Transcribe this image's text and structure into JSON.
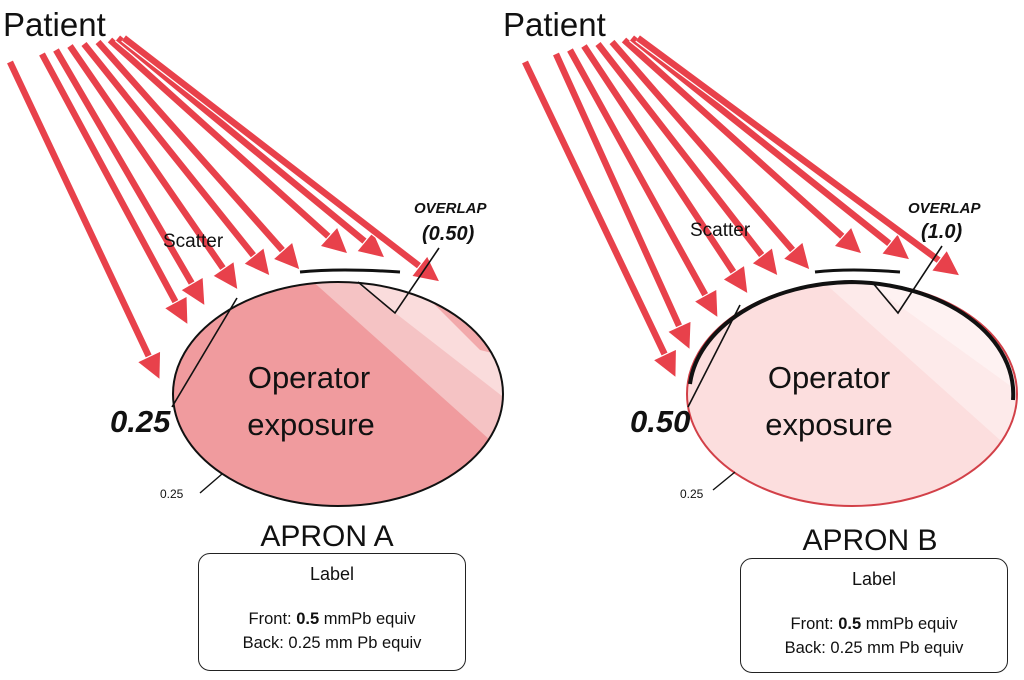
{
  "colors": {
    "arrow": "#e8414b",
    "apron_a_dark": "#f09b9e",
    "apron_a_mid": "#f5c3c4",
    "apron_b_base": "#fcdede",
    "apron_b_light": "#fdeaea"
  },
  "aprons": [
    {
      "patient_label": "Patient",
      "scatter_label": "Scatter",
      "overlap_title": "OVERLAP",
      "overlap_value": "(0.50)",
      "front_value": "0.25",
      "back_value": "0.25",
      "exposure_line1": "Operator",
      "exposure_line2": "exposure",
      "title": "APRON A",
      "label_title": "Label",
      "front_prefix": "Front: ",
      "front_bold": "0.5",
      "front_suffix": " mmPb equiv",
      "back_line": "Back: 0.25 mm Pb equiv"
    },
    {
      "patient_label": "Patient",
      "scatter_label": "Scatter",
      "overlap_title": "OVERLAP",
      "overlap_value": "(1.0)",
      "front_value": "0.50",
      "back_value": "0.25",
      "exposure_line1": "Operator",
      "exposure_line2": "exposure",
      "title": "APRON B",
      "label_title": "Label",
      "front_prefix": "Front: ",
      "front_bold": "0.5",
      "front_suffix": " mmPb equiv",
      "back_line": "Back: 0.25 mm Pb equiv"
    }
  ]
}
